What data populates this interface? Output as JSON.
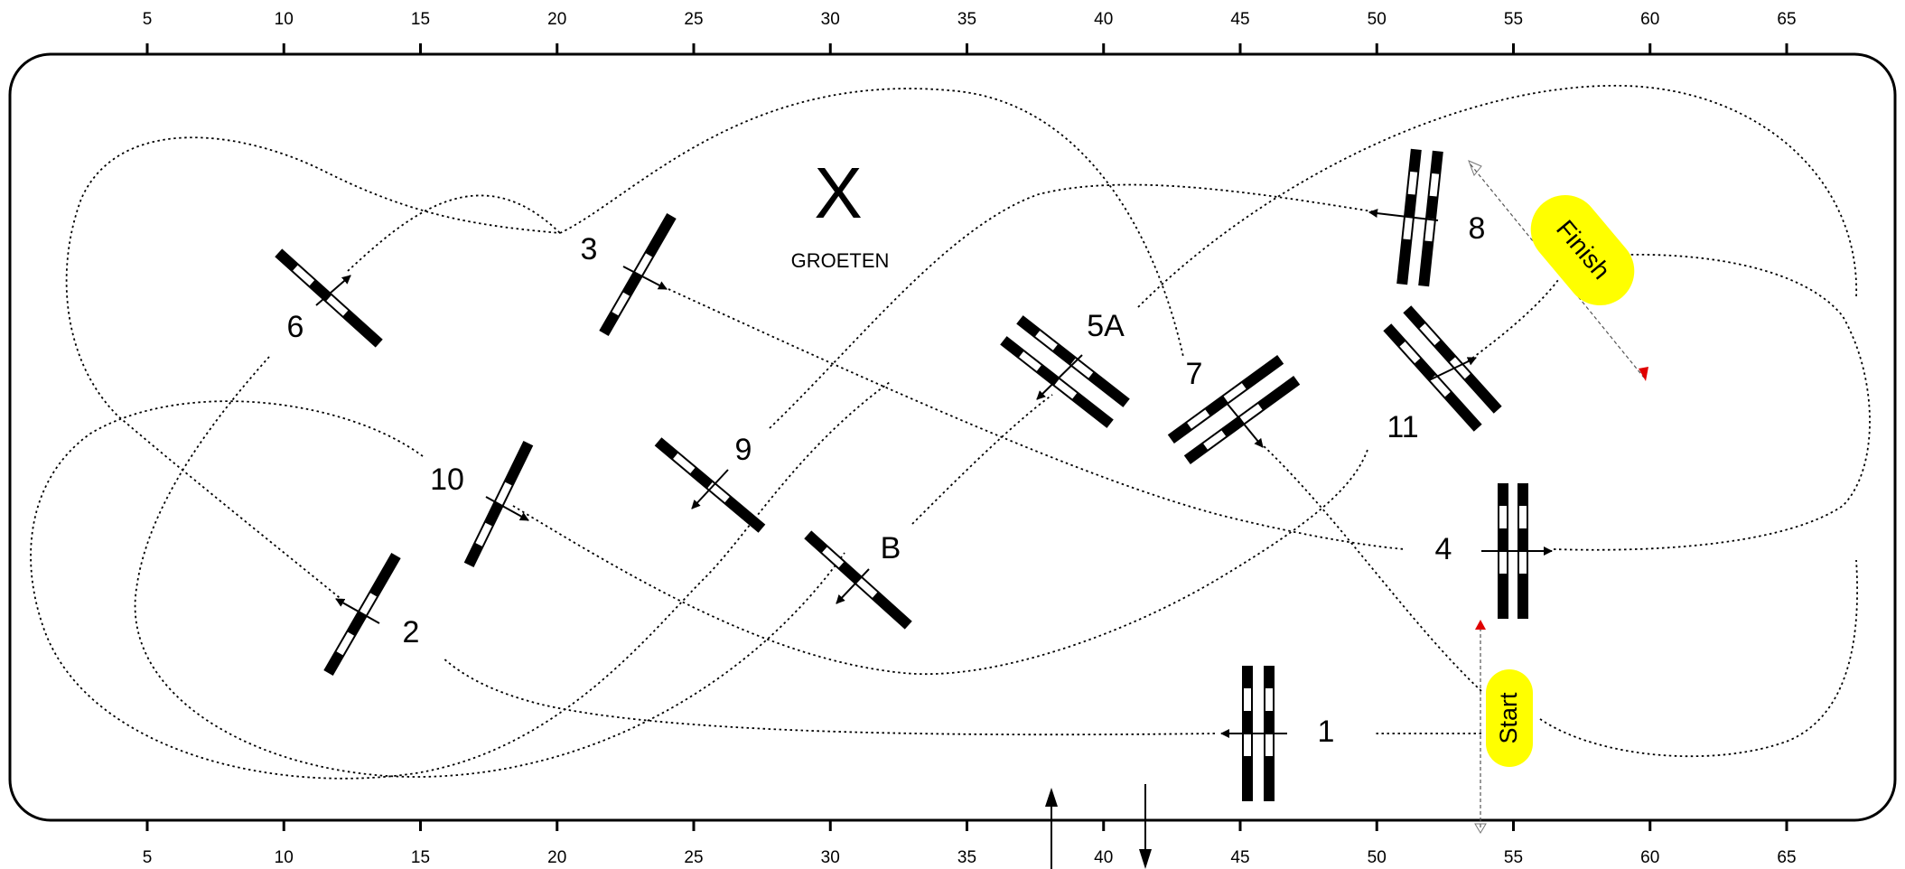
{
  "axis": {
    "ticks": [
      "5",
      "10",
      "15",
      "20",
      "25",
      "30",
      "35",
      "40",
      "45",
      "50",
      "55",
      "60",
      "65"
    ]
  },
  "obstacles": [
    {
      "id": "1",
      "label": "1"
    },
    {
      "id": "2",
      "label": "2"
    },
    {
      "id": "3",
      "label": "3"
    },
    {
      "id": "4",
      "label": "4"
    },
    {
      "id": "5a",
      "label": "5A"
    },
    {
      "id": "6",
      "label": "6"
    },
    {
      "id": "7",
      "label": "7"
    },
    {
      "id": "8",
      "label": "8"
    },
    {
      "id": "9",
      "label": "9"
    },
    {
      "id": "10",
      "label": "10"
    },
    {
      "id": "11",
      "label": "11"
    },
    {
      "id": "b",
      "label": "B"
    }
  ],
  "x_mark": {
    "symbol": "X",
    "caption": "GROETEN"
  },
  "start": {
    "label": "Start",
    "color": "#ffff00"
  },
  "finish": {
    "label": "Finish",
    "color": "#ffff00"
  },
  "colors": {
    "start_line_marker": "#e00000",
    "pole_dark": "#000000",
    "pole_light": "#ffffff"
  }
}
